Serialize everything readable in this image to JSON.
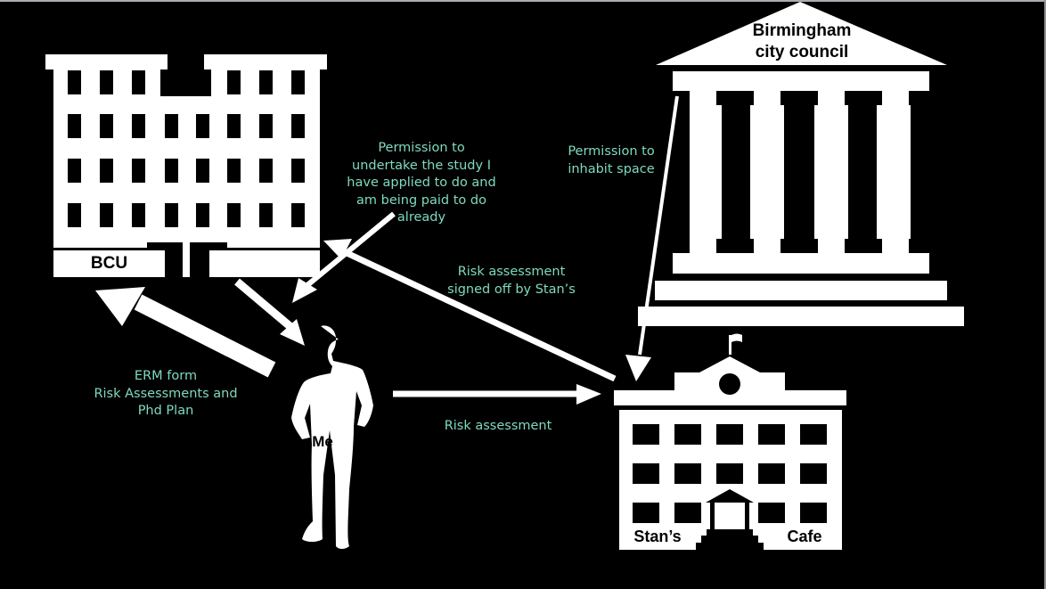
{
  "diagram": {
    "background": "#000000",
    "shape_color": "#ffffff",
    "label_color": "#7fd9c0",
    "nodes": {
      "bcu": {
        "label": "BCU",
        "icon": "university-building-icon"
      },
      "council": {
        "label_line1": "Birmingham",
        "label_line2": "city council",
        "icon": "classical-government-building-icon"
      },
      "me": {
        "label": "Me",
        "icon": "person-silhouette-icon"
      },
      "cafe": {
        "label_left": "Stan’s",
        "label_right": "Cafe",
        "icon": "school-building-with-flag-icon"
      }
    },
    "edges": [
      {
        "id": "bcu-to-me-permission",
        "from": "BCU",
        "to": "Me",
        "lines": [
          "Permission to",
          "undertake the study I",
          "have applied to do and",
          "am being paid to do",
          "already"
        ]
      },
      {
        "id": "bcu-to-me",
        "from": "BCU",
        "to": "Me",
        "lines": []
      },
      {
        "id": "council-to-cafe",
        "from": "Birmingham city council",
        "to": "Stan’s Cafe",
        "lines": [
          "Permission to",
          "inhabit space"
        ]
      },
      {
        "id": "cafe-to-bcu",
        "from": "Stan’s Cafe",
        "to": "BCU",
        "lines": [
          "Risk assessment",
          "signed off by Stan’s"
        ]
      },
      {
        "id": "me-to-bcu",
        "from": "Me",
        "to": "BCU",
        "lines": [
          "ERM form",
          "Risk Assessments and",
          "Phd Plan"
        ]
      },
      {
        "id": "me-to-cafe",
        "from": "Me",
        "to": "Stan’s Cafe",
        "lines": [
          "Risk assessment"
        ]
      }
    ]
  }
}
